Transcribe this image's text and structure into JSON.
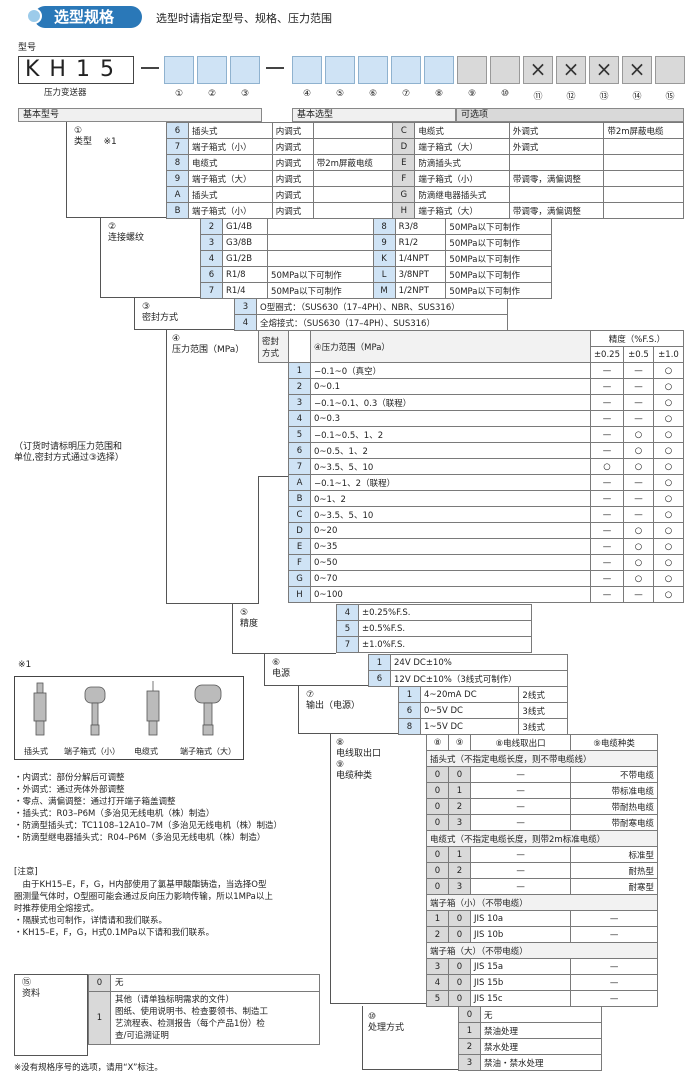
{
  "header": {
    "title": "选型规格",
    "subtitle": "选型时请指定型号、规格、压力范围"
  },
  "model": {
    "label": "型号",
    "code": "KH15",
    "caption": "压力变送器",
    "x_marks": [
      "×",
      "×",
      "×",
      "×"
    ],
    "col_numbers": [
      "①",
      "②",
      "③",
      "④",
      "⑤",
      "⑥",
      "⑦",
      "⑧",
      "⑨",
      "⑩",
      "⑪",
      "⑫",
      "⑬",
      "⑭",
      "⑮"
    ]
  },
  "bars": {
    "basic_model": "基本型号",
    "basic_select": "基本选型",
    "optional": "可选项"
  },
  "sec1": {
    "label": "①\n类型    ※1",
    "rows": [
      [
        "6",
        "插头式",
        "内调式",
        "",
        "C",
        "电缆式",
        "外调式",
        "带2m屏蔽电缆"
      ],
      [
        "7",
        "端子箱式（小）",
        "内调式",
        "",
        "D",
        "端子箱式（大）",
        "外调式",
        ""
      ],
      [
        "8",
        "电缆式",
        "内调式",
        "带2m屏蔽电缆",
        "E",
        "防滴插头式",
        "",
        ""
      ],
      [
        "9",
        "端子箱式（大）",
        "内调式",
        "",
        "F",
        "端子箱式（小）",
        "带调零，满偏调整",
        ""
      ],
      [
        "A",
        "插头式",
        "内调式",
        "",
        "G",
        "防滴继电器插头式",
        "",
        ""
      ],
      [
        "B",
        "端子箱式（小）",
        "内调式",
        "",
        "H",
        "端子箱式（大）",
        "带调零，满偏调整",
        ""
      ]
    ]
  },
  "sec2": {
    "label": "②\n连接螺纹",
    "rows": [
      [
        "2",
        "G1/4B",
        "",
        "8",
        "R3/8",
        "50MPa以下可制作"
      ],
      [
        "3",
        "G3/8B",
        "",
        "9",
        "R1/2",
        "50MPa以下可制作"
      ],
      [
        "4",
        "G1/2B",
        "",
        "K",
        "1/4NPT",
        "50MPa以下可制作"
      ],
      [
        "6",
        "R1/8",
        "50MPa以下可制作",
        "L",
        "3/8NPT",
        "50MPa以下可制作"
      ],
      [
        "7",
        "R1/4",
        "50MPa以下可制作",
        "M",
        "1/2NPT",
        "50MPa以下可制作"
      ]
    ]
  },
  "sec3": {
    "label": "③\n密封方式",
    "rows": [
      [
        "3",
        "O型圈式：（SUS630（17–4PH）、NBR、SUS316）"
      ],
      [
        "4",
        "全熔接式：（SUS630（17–4PH）、SUS316）"
      ]
    ]
  },
  "sec4": {
    "label": "④\n压力范围（MPa）",
    "seal_hdr": "密封\n方式",
    "range_hdr": "④压力范围（MPa）",
    "acc_hdr": "精度（%F.S.）",
    "acc_cols": [
      "±0.25",
      "±0.5",
      "±1.0"
    ],
    "side_note": "（订货时请标明压力范围和\n单位,密封方式通过③选择）",
    "rows": [
      [
        "1",
        "−0.1~0（真空）",
        "—",
        "—",
        "○"
      ],
      [
        "2",
        "0~0.1",
        "—",
        "—",
        "○"
      ],
      [
        "3",
        "−0.1~0.1、0.3（联程）",
        "—",
        "—",
        "○"
      ],
      [
        "4",
        "0~0.3",
        "—",
        "—",
        "○"
      ],
      [
        "5",
        "−0.1~0.5、1、2",
        "—",
        "○",
        "○"
      ],
      [
        "6",
        "0~0.5、1、2",
        "—",
        "○",
        "○"
      ],
      [
        "7",
        "0~3.5、5、10",
        "○",
        "○",
        "○"
      ],
      [
        "A",
        "−0.1~1、2（联程）",
        "—",
        "—",
        "○"
      ],
      [
        "B",
        "0~1、2",
        "—",
        "—",
        "○"
      ],
      [
        "C",
        "0~3.5、5、10",
        "—",
        "—",
        "○"
      ],
      [
        "D",
        "0~20",
        "—",
        "○",
        "○"
      ],
      [
        "E",
        "0~35",
        "—",
        "○",
        "○"
      ],
      [
        "F",
        "0~50",
        "—",
        "○",
        "○"
      ],
      [
        "G",
        "0~70",
        "—",
        "○",
        "○"
      ],
      [
        "H",
        "0~100",
        "—",
        "—",
        "○"
      ]
    ]
  },
  "sec5": {
    "label": "⑤\n精度",
    "rows": [
      [
        "4",
        "±0.25%F.S."
      ],
      [
        "5",
        "±0.5%F.S."
      ],
      [
        "7",
        "±1.0%F.S."
      ]
    ]
  },
  "sec6": {
    "label": "⑥\n电源",
    "rows": [
      [
        "1",
        "24V DC±10%"
      ],
      [
        "6",
        "12V DC±10%（3线式可制作）"
      ]
    ]
  },
  "sec7": {
    "label": "⑦\n输出（电源）",
    "rows": [
      [
        "1",
        "4~20mA DC",
        "2线式"
      ],
      [
        "6",
        "0~5V DC",
        "3线式"
      ],
      [
        "8",
        "1~5V DC",
        "3线式"
      ]
    ]
  },
  "sec89": {
    "label": "⑧\n电线取出口\n⑨\n电缆种类",
    "hdr": [
      "⑧",
      "⑨",
      "⑧电线取出口",
      "⑨电缆种类"
    ],
    "plug_title": "插头式（不指定电缆长度，则不带电缆线）",
    "plug_rows": [
      [
        "0",
        "0",
        "—",
        "不带电缆"
      ],
      [
        "0",
        "1",
        "—",
        "带标准电缆"
      ],
      [
        "0",
        "2",
        "—",
        "带耐热电缆"
      ],
      [
        "0",
        "3",
        "—",
        "带耐寒电缆"
      ]
    ],
    "cable_title": "电缆式（不指定电缆长度，则带2m标准电缆）",
    "cable_rows": [
      [
        "0",
        "1",
        "—",
        "标准型"
      ],
      [
        "0",
        "2",
        "—",
        "耐热型"
      ],
      [
        "0",
        "3",
        "—",
        "耐寒型"
      ]
    ],
    "tbs_title": "端子箱（小）（不带电缆）",
    "tbs_rows": [
      [
        "1",
        "0",
        "JIS 10a",
        "—"
      ],
      [
        "2",
        "0",
        "JIS 10b",
        "—"
      ]
    ],
    "tbl_title": "端子箱（大）（不带电缆）",
    "tbl_rows": [
      [
        "3",
        "0",
        "JIS 15a",
        "—"
      ],
      [
        "4",
        "0",
        "JIS 15b",
        "—"
      ],
      [
        "5",
        "0",
        "JIS 15c",
        "—"
      ]
    ]
  },
  "sec10": {
    "label": "⑩\n处理方式",
    "rows": [
      [
        "0",
        "无"
      ],
      [
        "1",
        "禁油处理"
      ],
      [
        "2",
        "禁水处理"
      ],
      [
        "3",
        "禁油・禁水处理"
      ]
    ]
  },
  "sec15": {
    "label": "⑮\n资料",
    "rows": [
      [
        "0",
        "无"
      ],
      [
        "1",
        "其他（请单独标明需求的文件）\n图纸、使用说明书、检查要领书、制造工\n艺流程表、检测报告（每个产品1份）检\n查/可追溯证明"
      ]
    ]
  },
  "images": {
    "mark": "※1",
    "captions": [
      "插头式",
      "端子箱式（小）",
      "电缆式",
      "端子箱式（大）"
    ]
  },
  "notes": {
    "bullets": [
      "・内调式：部份分解后可调整",
      "・外调式：通过壳体外部调整",
      "・零点、满偏调整：通过打开端子箱盖调整",
      "・插头式：R03–P6M（多治见无线电机（株）制造）",
      "・防滴型插头式：TC1108–12A10–7M（多治见无线电机（株）制造）",
      "・防滴型继电器插头式：R04–P6M（多治见无线电机（株）制造）"
    ],
    "caution_title": "[注意]",
    "caution": [
      "　由于KH15–E，F，G，H内部使用了氯基甲酸酯铸造，当选择O型",
      "圈测量气体时，O型圈可能会通过反向压力影响传输，所以1MPa以上",
      "时推荐使用全熔接式。",
      "・隔膜式也可制作，详情请和我们联系。",
      "・KH15–E，F，G，H式0.1MPa以下请和我们联系。"
    ],
    "footer": "※没有规格序号的选项，请用“X”标注。"
  }
}
